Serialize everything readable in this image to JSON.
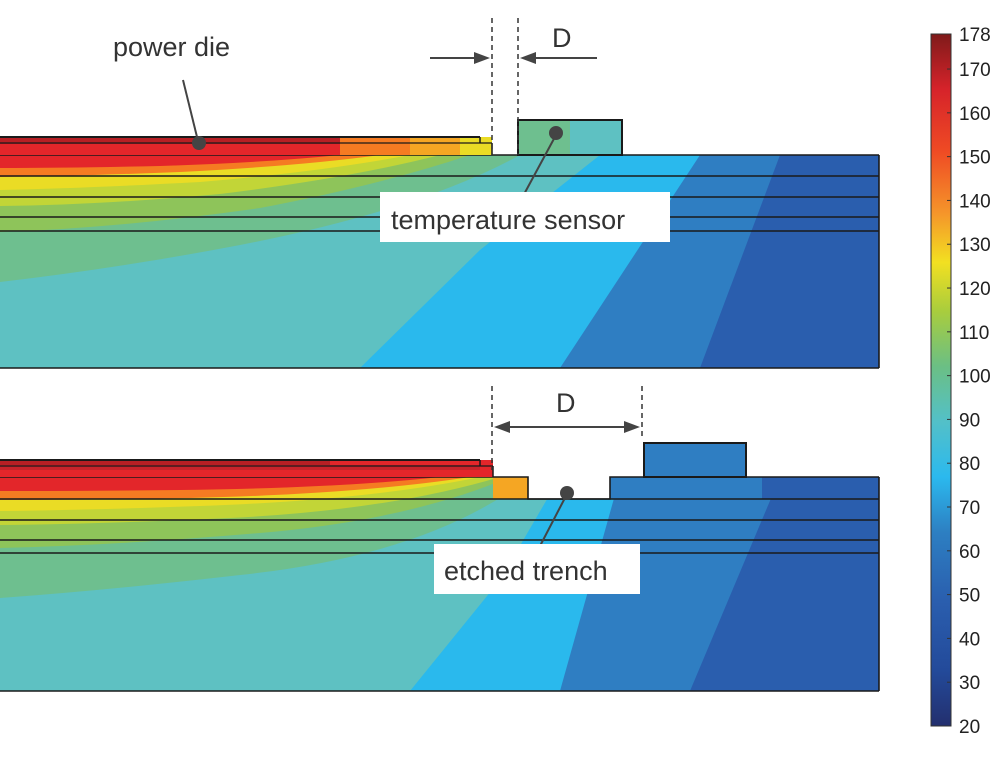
{
  "labels": {
    "power_die": "power die",
    "temperature_sensor": "temperature sensor",
    "etched_trench": "etched trench",
    "distance_top": "D",
    "distance_bottom": "D"
  },
  "colorbar": {
    "ticks": [
      "178",
      "170",
      "160",
      "150",
      "140",
      "130",
      "120",
      "110",
      "100",
      "90",
      "80",
      "70",
      "60",
      "50",
      "40",
      "30",
      "20"
    ],
    "max_value": 178,
    "min_value": 20,
    "colors": [
      "#8b1a1a",
      "#d9232a",
      "#ee4423",
      "#f47a24",
      "#f9a929",
      "#f2e021",
      "#b7cf32",
      "#77bf5e",
      "#5fbb9d",
      "#4dc3d2",
      "#2bb9ee",
      "#2d7fc2",
      "#2a63af",
      "#254d9f",
      "#23327f"
    ]
  },
  "palette": {
    "dark_red": "#b71f24",
    "red": "#e3262a",
    "orange": "#f57b22",
    "yellow": "#eadc25",
    "yellow_green": "#c2d537",
    "green": "#8ec45a",
    "sea_green": "#6ebf8f",
    "teal": "#5ec1c2",
    "light_blue": "#2ab9ed",
    "mid_blue": "#2f7ec2",
    "dark_blue": "#2a5eae",
    "outline": "#1a1a1a"
  }
}
